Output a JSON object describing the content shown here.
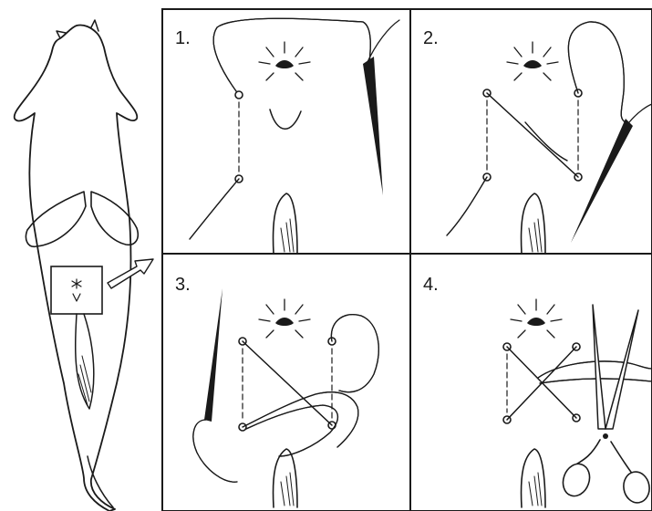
{
  "figure": {
    "panels": [
      {
        "number": "1.",
        "step": "pass-needle"
      },
      {
        "number": "2.",
        "step": "cross-stitch"
      },
      {
        "number": "3.",
        "step": "tie-knot"
      },
      {
        "number": "4.",
        "step": "cut-thread"
      }
    ],
    "colors": {
      "ink": "#1a1a1a",
      "background": "#ffffff",
      "thread_fill": "#ffffff"
    }
  }
}
